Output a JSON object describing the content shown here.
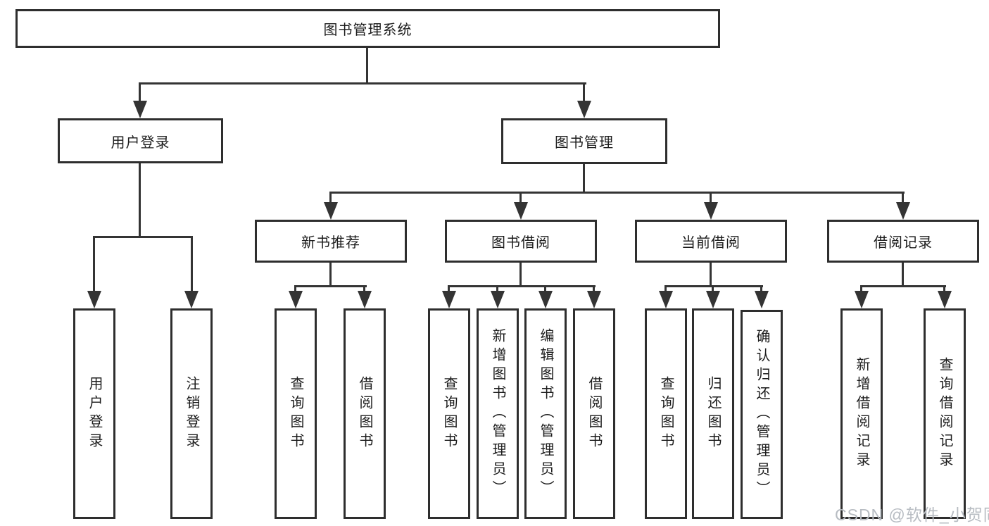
{
  "tree": {
    "root": {
      "label": "图书管理系统"
    },
    "branches": [
      {
        "label": "用户登录",
        "children": [
          {
            "label": "用户登录"
          },
          {
            "label": "注销登录"
          }
        ]
      },
      {
        "label": "图书管理",
        "children": [
          {
            "label": "新书推荐",
            "children": [
              {
                "label": "查询图书"
              },
              {
                "label": "借阅图书"
              }
            ]
          },
          {
            "label": "图书借阅",
            "children": [
              {
                "label": "查询图书"
              },
              {
                "label": "新增图书（管理员）"
              },
              {
                "label": "编辑图书（管理员）"
              },
              {
                "label": "借阅图书"
              }
            ]
          },
          {
            "label": "当前借阅",
            "children": [
              {
                "label": "查询图书"
              },
              {
                "label": "归还图书"
              },
              {
                "label": "确认归还（管理员）"
              }
            ]
          },
          {
            "label": "借阅记录",
            "children": [
              {
                "label": "新增借阅记录"
              },
              {
                "label": "查询借阅记录"
              }
            ]
          }
        ]
      }
    ]
  },
  "watermark": {
    "text": "CSDN @软件_小贺同学"
  },
  "colors": {
    "line": "#343434",
    "box_border": "#2e2e2e",
    "text": "#1c1c1c",
    "background": "#ffffff",
    "watermark": "#b7bcc2"
  }
}
